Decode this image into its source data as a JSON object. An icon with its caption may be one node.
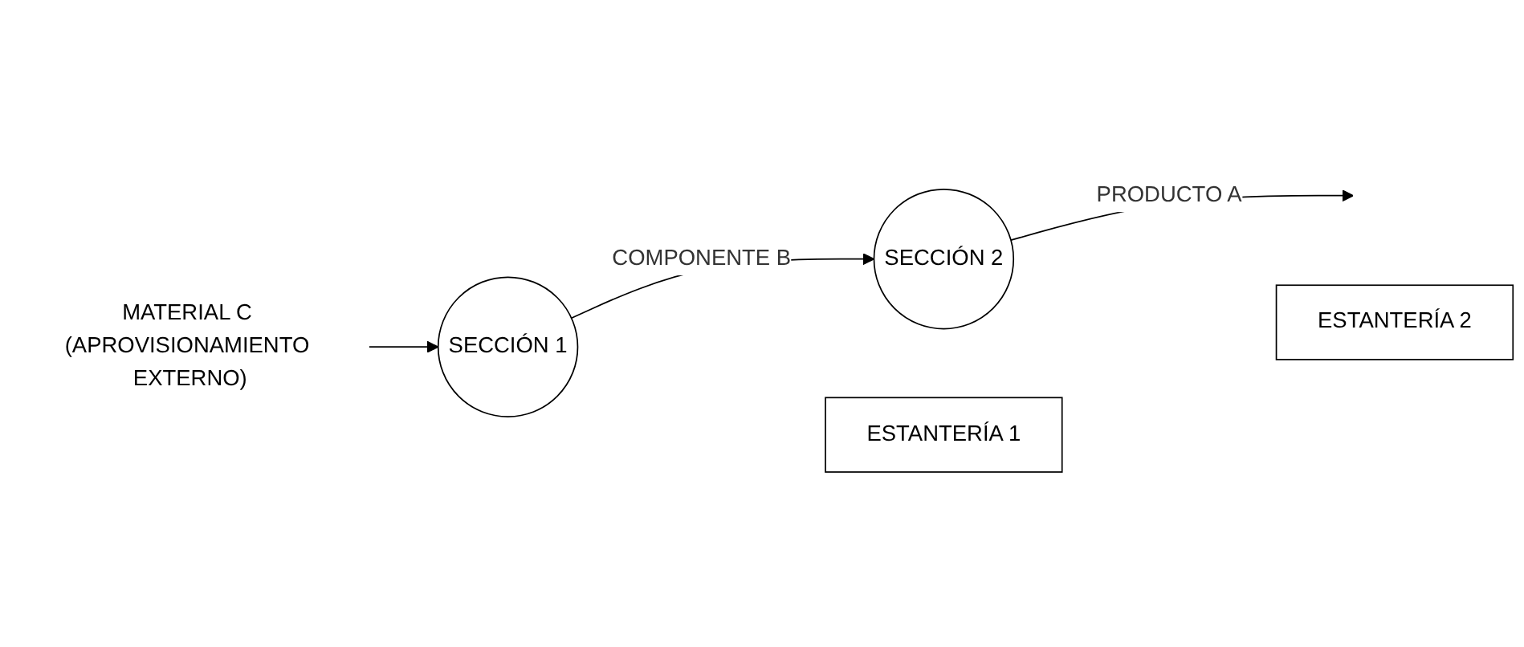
{
  "diagram": {
    "nodes": [
      {
        "text": [
          "MATERIAL C (APROVISIONAMIENTO EXTERNO)"
        ]
      },
      {
        "text": [
          "SECCIÓN 1"
        ]
      },
      {
        "text": [
          "SECCIÓN 2"
        ]
      },
      {
        "text": [
          "ESTANTERÍA 1"
        ]
      },
      {
        "text": [
          "ESTANTERÍA 2"
        ]
      }
    ],
    "edges": [
      {
        "from": 0,
        "to": 1,
        "arrow": "to"
      },
      {
        "from": 1,
        "to": 2,
        "label": "COMPONENTE B",
        "arrow": "to"
      },
      {
        "from": 2,
        "to": null,
        "label": "PRODUCTO A",
        "arrow": "to"
      }
    ]
  }
}
